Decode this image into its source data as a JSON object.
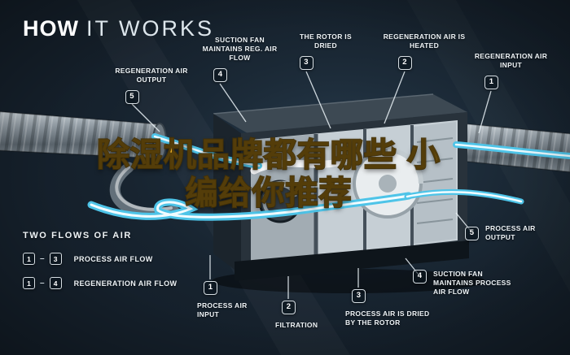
{
  "title": {
    "bold": "HOW",
    "light": "IT WORKS"
  },
  "headline": {
    "line1": "除湿机品牌都有哪些 小",
    "line2": "编给你推荐"
  },
  "callouts": [
    {
      "number": "5",
      "label": "REGENERATION AIR OUTPUT"
    },
    {
      "number": "4",
      "label": "SUCTION FAN MAINTAINS REG. AIR FLOW"
    },
    {
      "number": "3",
      "label": "THE ROTOR IS DRIED"
    },
    {
      "number": "2",
      "label": "REGENERATION AIR IS HEATED"
    },
    {
      "number": "1",
      "label": "REGENERATION AIR INPUT"
    },
    {
      "number": "5",
      "label": "PROCESS AIR OUTPUT"
    },
    {
      "number": "4",
      "label": "SUCTION FAN MAINTAINS PROCESS AIR FLOW"
    },
    {
      "number": "3",
      "label": "PROCESS AIR IS DRIED BY THE ROTOR"
    },
    {
      "number": "2",
      "label": "FILTRATION"
    },
    {
      "number": "1",
      "label": "PROCESS AIR INPUT"
    }
  ],
  "legend": {
    "heading": "TWO FLOWS OF AIR",
    "dash": "–",
    "rows": [
      {
        "from": "1",
        "to": "3",
        "label": "PROCESS AIR FLOW"
      },
      {
        "from": "1",
        "to": "4",
        "label": "REGENERATION AIR FLOW"
      }
    ]
  },
  "colors": {
    "background": "#15202b",
    "accent_cyan": "#4ec4e8",
    "headline_gold": "#f3b72b",
    "label_white": "#eef3f6"
  }
}
